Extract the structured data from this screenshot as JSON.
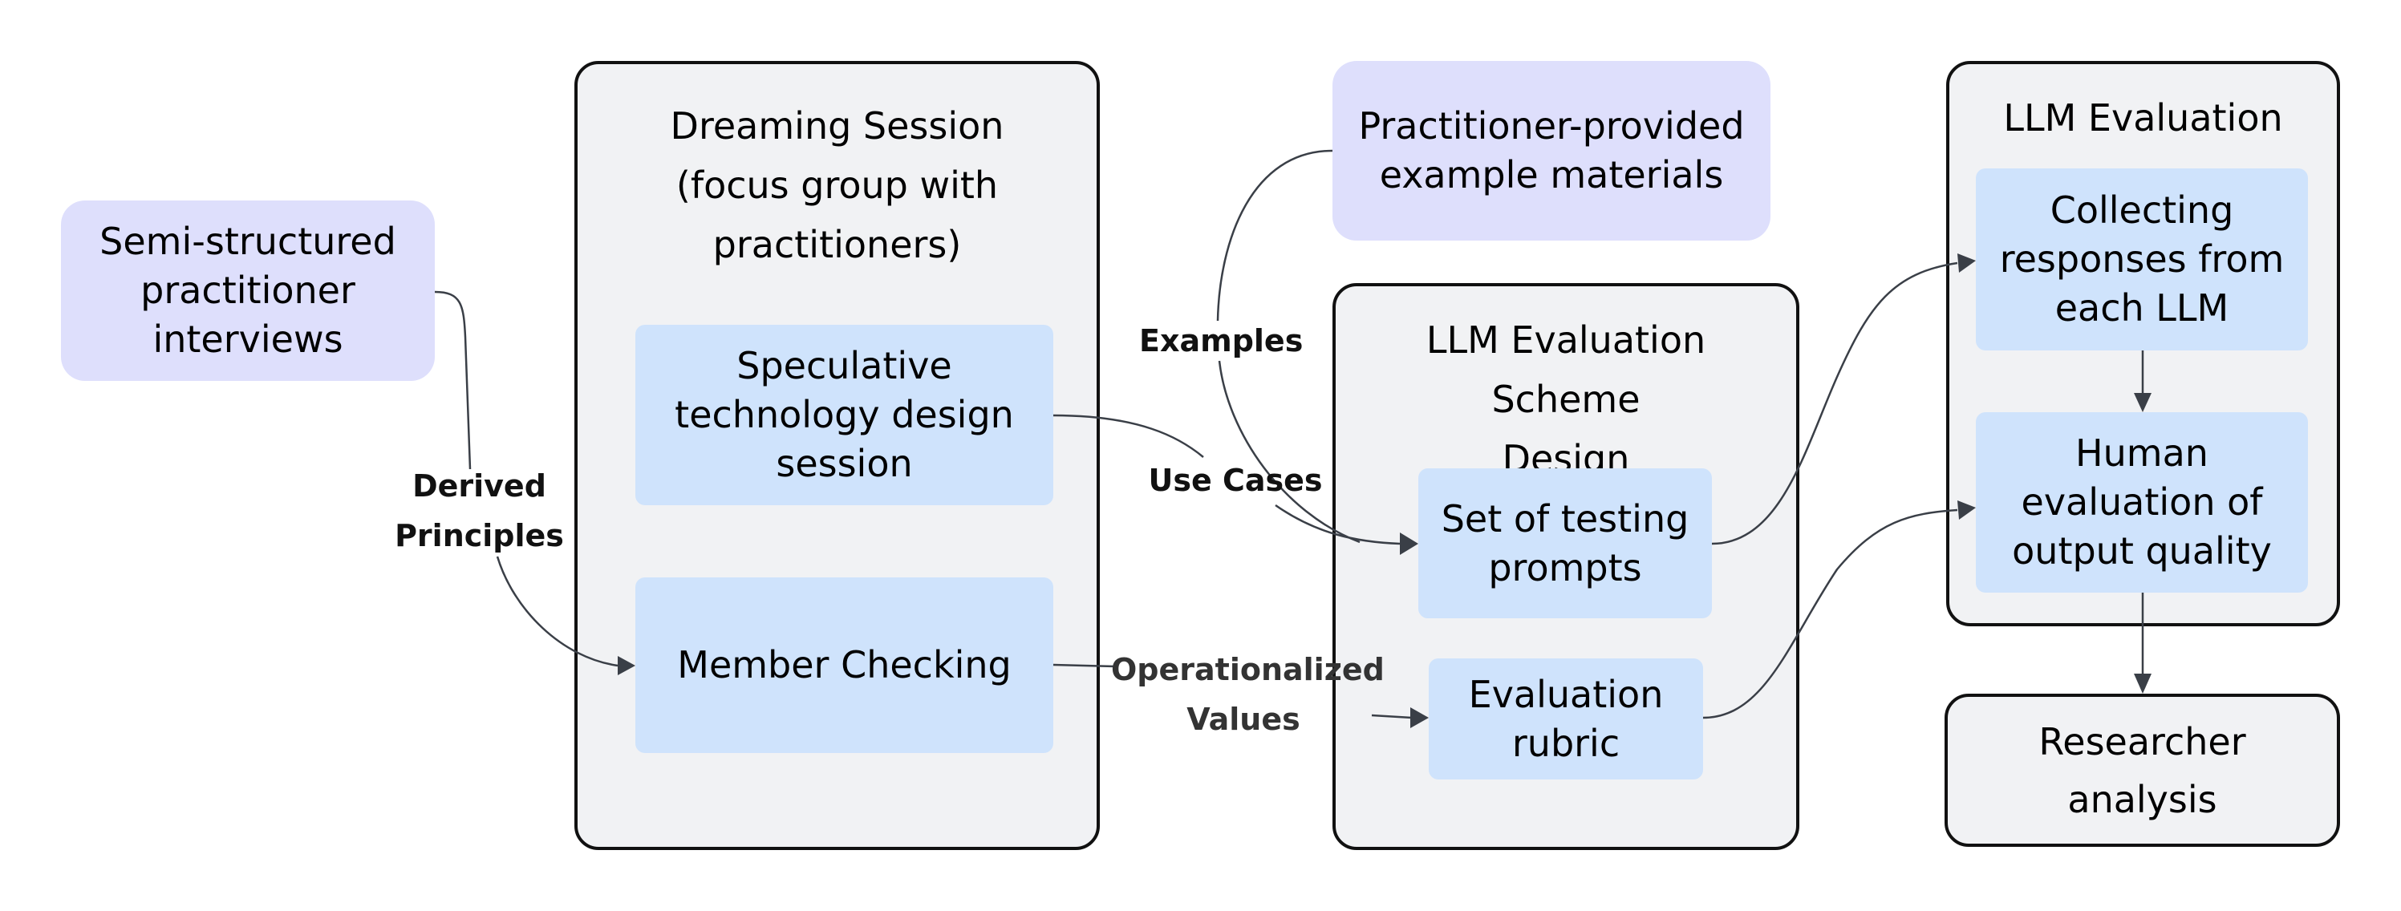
{
  "nodes": {
    "interviews": "Semi-structured practitioner interviews",
    "dreaming_title": "Dreaming Session (focus group with practitioners)",
    "speculative": "Speculative technology design session",
    "member_checking": "Member Checking",
    "example_materials": "Practitioner-provided example materials",
    "scheme_title": "LLM Evaluation Scheme Design",
    "testing_prompts": "Set of testing prompts",
    "rubric": "Evaluation rubric",
    "llm_eval_title": "LLM Evaluation",
    "collecting": "Collecting responses from each LLM",
    "human_eval": "Human evaluation of output quality",
    "researcher": "Researcher analysis"
  },
  "edge_labels": {
    "derived_principles": "Derived Principles",
    "examples": "Examples",
    "use_cases": "Use Cases",
    "operationalized_values": "Operationalized Values"
  },
  "colors": {
    "source_node": "#dedffc",
    "step_node": "#cfe3fc",
    "group_bg": "#f1f2f4",
    "edge": "#3a3f47"
  }
}
